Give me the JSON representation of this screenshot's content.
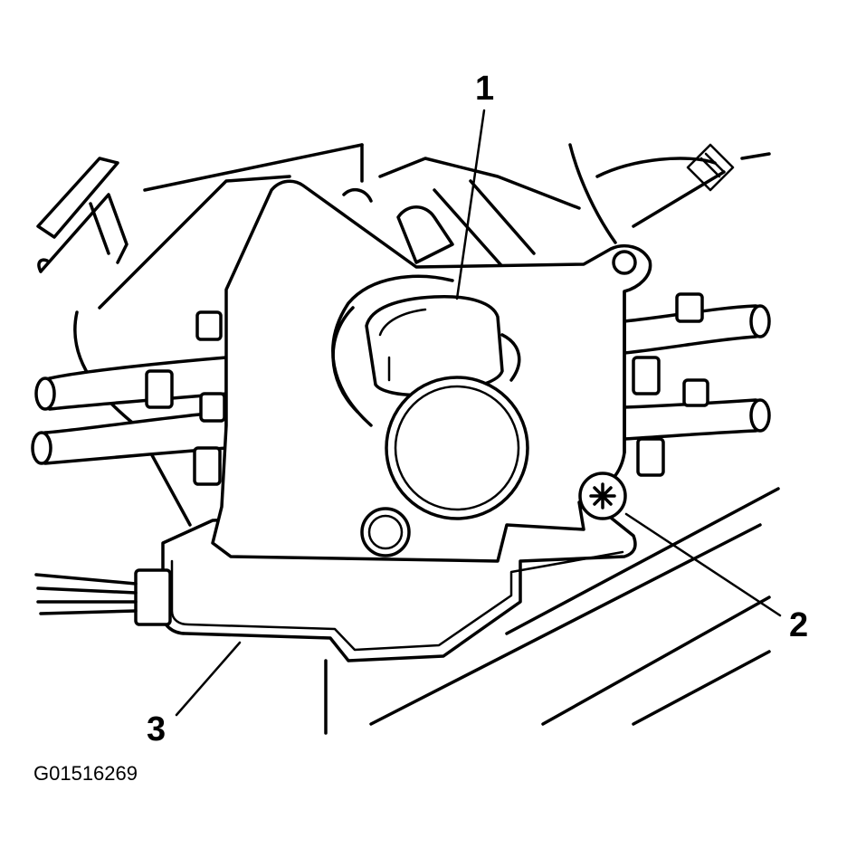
{
  "callouts": [
    {
      "number": "1"
    },
    {
      "number": "2"
    },
    {
      "number": "3"
    }
  ],
  "figure_id": "G01516269",
  "colors": {
    "line": "#000000",
    "background": "#ffffff"
  }
}
